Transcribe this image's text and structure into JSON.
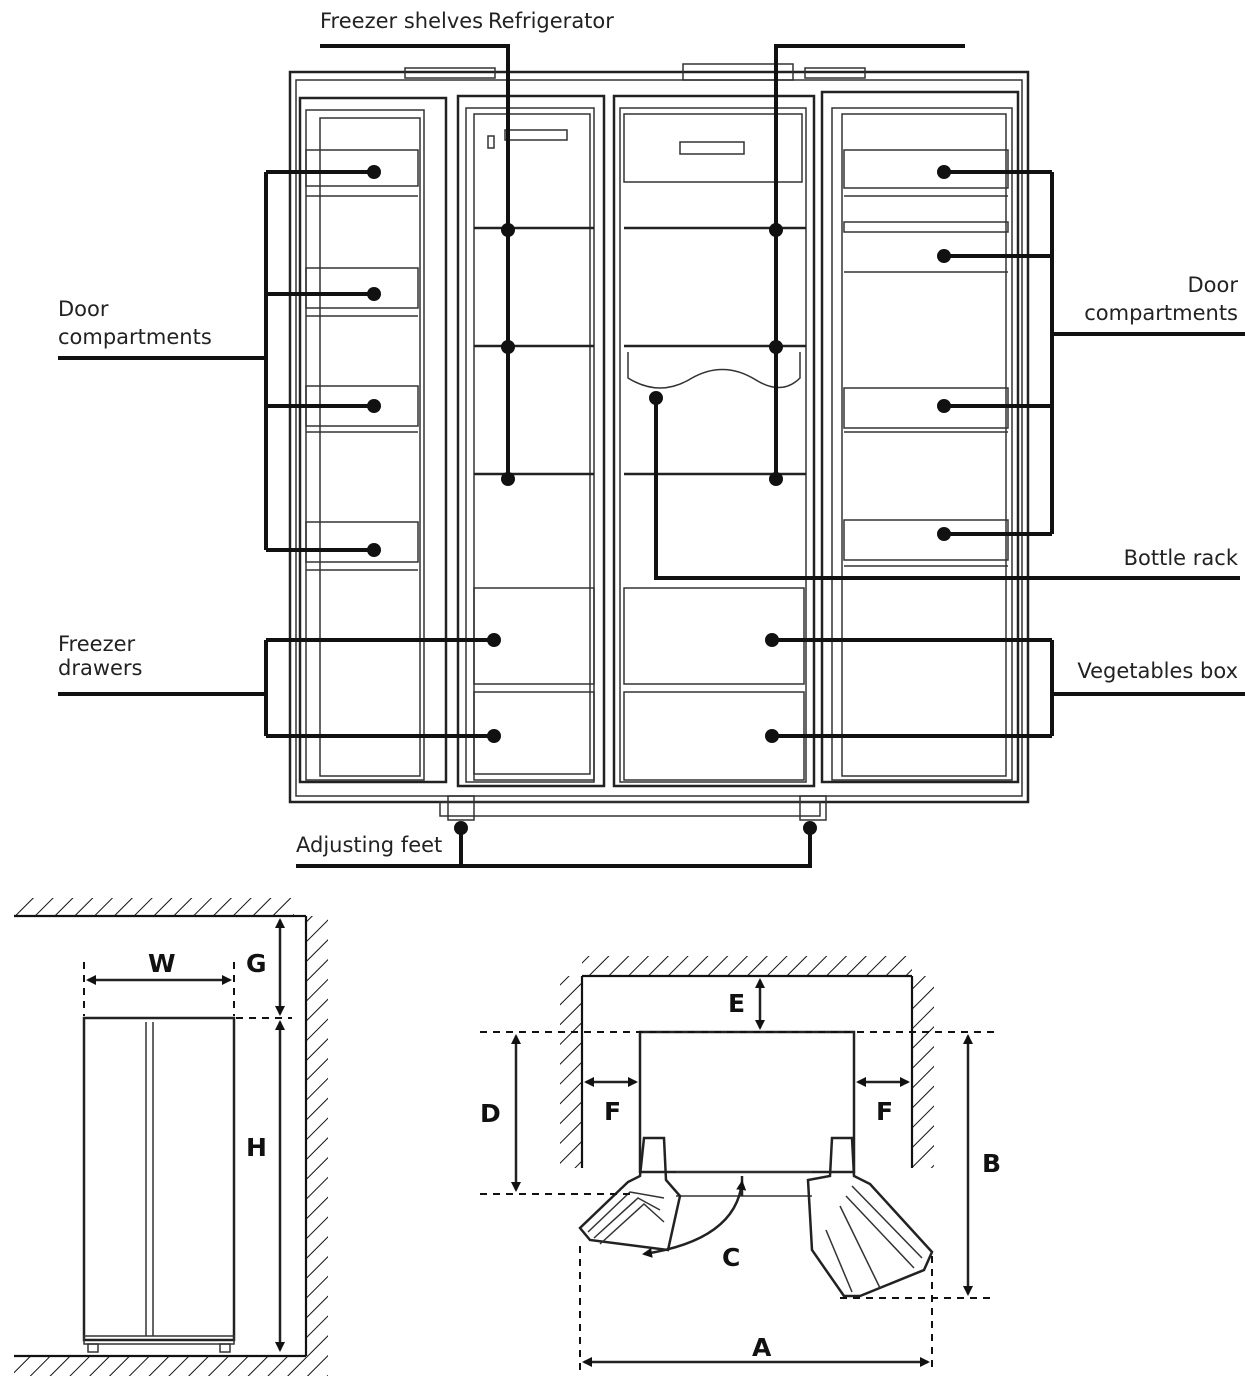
{
  "labels": {
    "freezer_shelves": "Freezer shelves",
    "refrigerator": "Refrigerator",
    "door_compartments_left_1": "Door",
    "door_compartments_left_2": "compartments",
    "door_compartments_right_1": "Door",
    "door_compartments_right_2": "compartments",
    "bottle_rack": "Bottle rack",
    "freezer_drawers_1": "Freezer",
    "freezer_drawers_2": "drawers",
    "vegetables_box": "Vegetables box",
    "adjusting_feet": "Adjusting feet"
  },
  "dimensions": {
    "W": "W",
    "G": "G",
    "H": "H",
    "E": "E",
    "D": "D",
    "F_left": "F",
    "F_right": "F",
    "B": "B",
    "C": "C",
    "A": "A"
  }
}
